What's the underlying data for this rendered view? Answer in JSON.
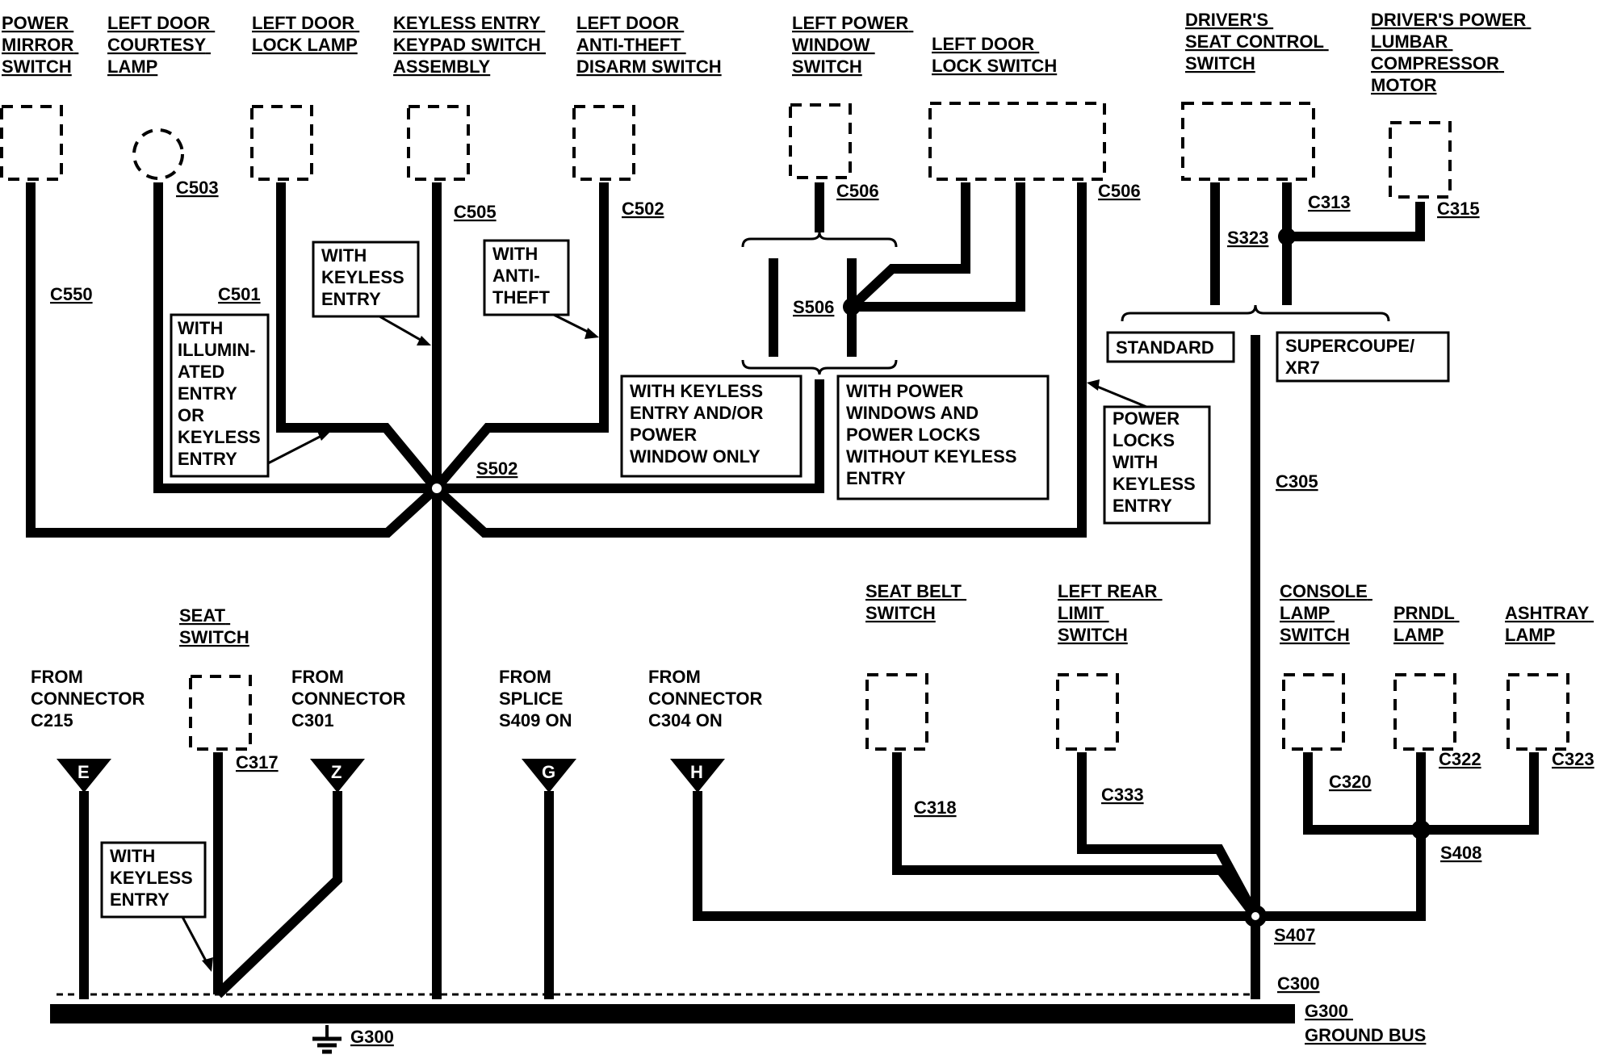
{
  "components": {
    "power_mirror_switch": [
      "POWER",
      "MIRROR",
      "SWITCH"
    ],
    "left_door_courtesy_lamp": [
      "LEFT DOOR",
      "COURTESY",
      "LAMP"
    ],
    "left_door_lock_lamp": [
      "LEFT DOOR",
      "LOCK LAMP"
    ],
    "keyless_entry_keypad": [
      "KEYLESS ENTRY",
      "KEYPAD SWITCH",
      "ASSEMBLY"
    ],
    "left_door_antitheft": [
      "LEFT DOOR",
      "ANTI-THEFT",
      "DISARM SWITCH"
    ],
    "left_power_window": [
      "LEFT POWER",
      "WINDOW",
      "SWITCH"
    ],
    "left_door_lock_switch": [
      "LEFT DOOR",
      "LOCK SWITCH"
    ],
    "drivers_seat_control": [
      "DRIVER'S",
      "SEAT CONTROL",
      "SWITCH"
    ],
    "drivers_power_lumbar": [
      "DRIVER'S POWER",
      "LUMBAR",
      "COMPRESSOR",
      "MOTOR"
    ],
    "seat_switch": [
      "SEAT",
      "SWITCH"
    ],
    "seat_belt_switch": [
      "SEAT BELT",
      "SWITCH"
    ],
    "left_rear_limit_switch": [
      "LEFT REAR",
      "LIMIT",
      "SWITCH"
    ],
    "console_lamp_switch": [
      "CONSOLE",
      "LAMP",
      "SWITCH"
    ],
    "prndl_lamp": [
      "PRNDL",
      "LAMP"
    ],
    "ashtray_lamp": [
      "ASHTRAY",
      "LAMP"
    ]
  },
  "connectors": {
    "c550": "C550",
    "c503": "C503",
    "c501": "C501",
    "c505": "C505",
    "c502": "C502",
    "c506a": "C506",
    "c506b": "C506",
    "c313": "C313",
    "c315": "C315",
    "c305": "C305",
    "c317": "C317",
    "c318": "C318",
    "c333": "C333",
    "c320": "C320",
    "c322": "C322",
    "c323": "C323",
    "c300": "C300"
  },
  "splices": {
    "s502": "S502",
    "s506": "S506",
    "s323": "S323",
    "s407": "S407",
    "s408": "S408"
  },
  "notes": {
    "with_illuminated": [
      "WITH",
      "ILLUMIN-",
      "ATED",
      "ENTRY",
      "OR",
      "KEYLESS",
      "ENTRY"
    ],
    "with_keyless_1": [
      "WITH",
      "KEYLESS",
      "ENTRY"
    ],
    "with_antitheft": [
      "WITH",
      "ANTI-",
      "THEFT"
    ],
    "with_keyless_or_window": [
      "WITH KEYLESS",
      "ENTRY AND/OR",
      "POWER",
      "WINDOW ONLY"
    ],
    "with_power_windows": [
      "WITH POWER",
      "WINDOWS AND",
      "POWER LOCKS",
      "WITHOUT KEYLESS",
      "ENTRY"
    ],
    "power_locks_keyless": [
      "POWER",
      "LOCKS",
      "WITH",
      "KEYLESS",
      "ENTRY"
    ],
    "standard": "STANDARD",
    "supercoupe": [
      "SUPERCOUPE/",
      "XR7"
    ],
    "with_keyless_2": [
      "WITH",
      "KEYLESS",
      "ENTRY"
    ]
  },
  "from_labels": {
    "from_c215": [
      "FROM",
      "CONNECTOR",
      "C215"
    ],
    "from_c301": [
      "FROM",
      "CONNECTOR",
      "C301"
    ],
    "from_s409": [
      "FROM",
      "SPLICE",
      "S409 ON"
    ],
    "from_c304": [
      "FROM",
      "CONNECTOR",
      "C304 ON"
    ]
  },
  "tags": {
    "e": "E",
    "z": "Z",
    "g": "G",
    "h": "H"
  },
  "ground": {
    "g300_symbol": "G300",
    "bus_label": [
      "G300",
      "GROUND BUS"
    ]
  }
}
